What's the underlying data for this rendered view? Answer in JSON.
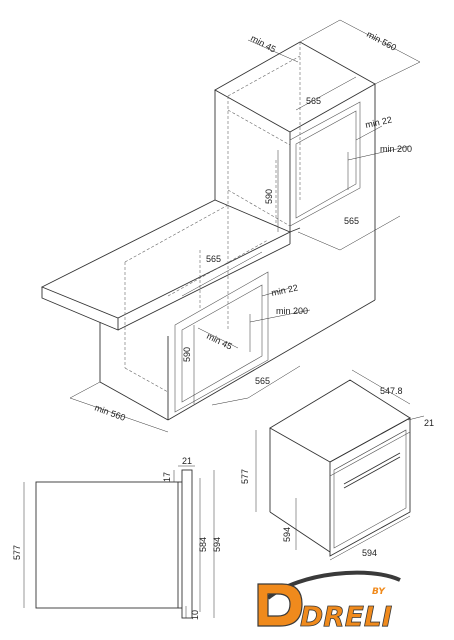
{
  "upper_install": {
    "min_560": "min 560",
    "min_45": "min 45",
    "w_565": "565",
    "min_22": "min 22",
    "min_200": "min 200",
    "h_590": "590",
    "d_565": "565"
  },
  "lower_install": {
    "w_565": "565",
    "min_22": "min 22",
    "min_200": "min 200",
    "min_45": "min 45",
    "h_590": "590",
    "d_565": "565",
    "min_560": "min 560"
  },
  "oven_iso": {
    "depth_547_8": "547.8",
    "door_21": "21",
    "h_577": "577",
    "h_594": "594",
    "w_594": "594"
  },
  "side_view": {
    "top_21": "21",
    "top_17": "17",
    "h_577": "577",
    "h_584": "584",
    "h_594": "594",
    "bottom_10": "10"
  },
  "logo": {
    "brand": "DRELI",
    "by": "BY",
    "colors": {
      "orange": "#f08a1c",
      "dark": "#3a3a3a"
    }
  }
}
